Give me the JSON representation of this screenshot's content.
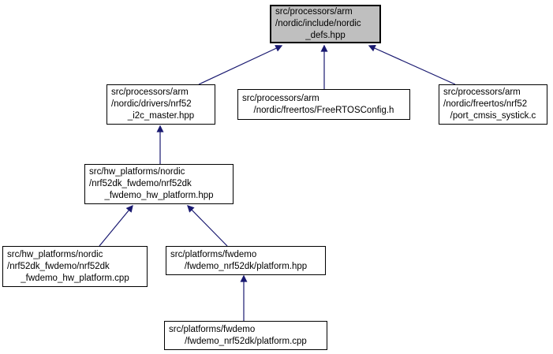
{
  "diagram": {
    "kind": "include-dependency-graph",
    "background_color": "#ffffff",
    "arrow_color": "#191970",
    "node_fill": "#ffffff",
    "node_border_color": "#000000",
    "highlighted_node_fill": "#bfbfbf",
    "text_color": "#000000"
  },
  "nodes": [
    {
      "id": "nordic_defs",
      "label": "src/processors/arm/nordic/include/nordic_defs.hpp",
      "lines": [
        "src/processors/arm",
        "/nordic/include/nordic",
        "_defs.hpp"
      ],
      "highlighted": true
    },
    {
      "id": "i2c_master",
      "label": "src/processors/arm/nordic/drivers/nrf52_i2c_master.hpp",
      "lines": [
        "src/processors/arm",
        "/nordic/drivers/nrf52",
        "_i2c_master.hpp"
      ],
      "highlighted": false
    },
    {
      "id": "freertos_config",
      "label": "src/processors/arm/nordic/freertos/FreeRTOSConfig.h",
      "lines": [
        "src/processors/arm",
        "/nordic/freertos/FreeRTOSConfig.h"
      ],
      "highlighted": false
    },
    {
      "id": "port_cmsis_systick",
      "label": "src/processors/arm/nordic/freertos/nrf52/port_cmsis_systick.c",
      "lines": [
        "src/processors/arm",
        "/nordic/freertos/nrf52",
        "/port_cmsis_systick.c"
      ],
      "highlighted": false
    },
    {
      "id": "hw_platform_hpp",
      "label": "src/hw_platforms/nordic/nrf52dk_fwdemo/nrf52dk_fwdemo_hw_platform.hpp",
      "lines": [
        "src/hw_platforms/nordic",
        "/nrf52dk_fwdemo/nrf52dk",
        "_fwdemo_hw_platform.hpp"
      ],
      "highlighted": false
    },
    {
      "id": "hw_platform_cpp",
      "label": "src/hw_platforms/nordic/nrf52dk_fwdemo/nrf52dk_fwdemo_hw_platform.cpp",
      "lines": [
        "src/hw_platforms/nordic",
        "/nrf52dk_fwdemo/nrf52dk",
        "_fwdemo_hw_platform.cpp"
      ],
      "highlighted": false
    },
    {
      "id": "platform_hpp",
      "label": "src/platforms/fwdemo/fwdemo_nrf52dk/platform.hpp",
      "lines": [
        "src/platforms/fwdemo",
        "/fwdemo_nrf52dk/platform.hpp"
      ],
      "highlighted": false
    },
    {
      "id": "platform_cpp",
      "label": "src/platforms/fwdemo/fwdemo_nrf52dk/platform.cpp",
      "lines": [
        "src/platforms/fwdemo",
        "/fwdemo_nrf52dk/platform.cpp"
      ],
      "highlighted": false
    }
  ],
  "edges": [
    {
      "from": "i2c_master",
      "to": "nordic_defs"
    },
    {
      "from": "freertos_config",
      "to": "nordic_defs"
    },
    {
      "from": "port_cmsis_systick",
      "to": "nordic_defs"
    },
    {
      "from": "hw_platform_hpp",
      "to": "i2c_master"
    },
    {
      "from": "hw_platform_cpp",
      "to": "hw_platform_hpp"
    },
    {
      "from": "platform_hpp",
      "to": "hw_platform_hpp"
    },
    {
      "from": "platform_cpp",
      "to": "platform_hpp"
    }
  ]
}
